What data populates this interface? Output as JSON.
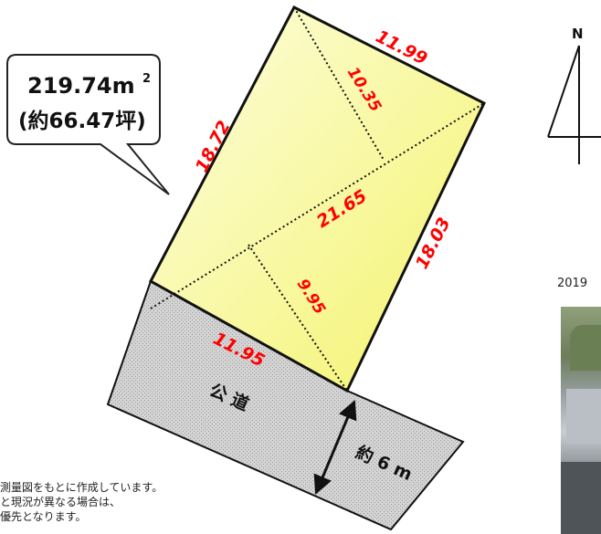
{
  "plot": {
    "area_label_1": "219.74m",
    "area_label_sup": "2",
    "area_label_2": "(約66.47坪)",
    "dimensions": {
      "top_edge": "11.99",
      "left_edge": "18.72",
      "right_edge": "18.03",
      "bottom_edge": "11.95",
      "diagonal": "21.65",
      "upper_height": "10.35",
      "lower_height": "9.95"
    },
    "road_label": "公 道",
    "road_width": "約 6 m"
  },
  "compass": {
    "label": "N"
  },
  "photo": {
    "year": "2019"
  },
  "notes": [
    "測量図をもとに作成しています。",
    "と現況が異なる場合は、",
    "優先となります。"
  ],
  "colors": {
    "lot_fill_light": "#fdfde0",
    "lot_fill_dark": "#f6f67a",
    "dimension_text": "#ff0000",
    "road_fill": "#c8c8c8"
  }
}
